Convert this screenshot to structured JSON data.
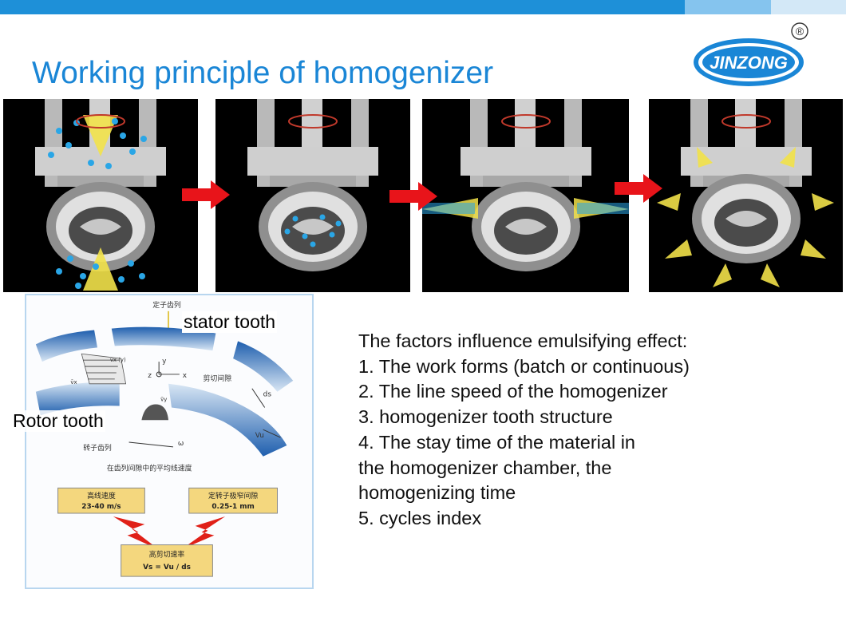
{
  "header": {
    "title": "Working principle of homogenizer"
  },
  "logo": {
    "brand": "JINZONG",
    "registered": "®"
  },
  "labels": {
    "stator_tooth": "stator tooth",
    "rotor_tooth": "Rotor tooth"
  },
  "diagram": {
    "stator_row": "定子齿列",
    "rotor_row": "转子齿列",
    "shear_gap": "剪切间隙",
    "avg_speed": "在齿列间隙中的平均线速度",
    "vx_y": "v̄x (y)",
    "vx": "v̄x",
    "vy": "v̄y",
    "axis_y": "y",
    "axis_z": "z",
    "axis_x": "x",
    "omega": "ω",
    "vu": "Vu",
    "ds": "ds",
    "box1": {
      "title": "高线速度",
      "value": "23-40 m/s"
    },
    "box2": {
      "title": "定转子极窄间隙",
      "value": "0.25-1 mm"
    },
    "box3": {
      "title": "高剪切速率",
      "value": "Vs = Vu / ds"
    }
  },
  "factors": {
    "heading": "The factors influence emulsifying effect:",
    "lines": [
      "1. The work forms (batch or continuous)",
      "2. The line speed of the homogenizer",
      "3. homogenizer tooth structure",
      "4. The stay time of the material in",
      "the homogenizer chamber, the",
      "homogenizing time",
      "5. cycles index"
    ]
  },
  "colors": {
    "top_bar": "#1e90d8",
    "title": "#1a86d6",
    "arrow": "#e8141a",
    "particles": "#2aa6e6",
    "flow": "#f2e24a",
    "box_fill": "#f4d77e"
  }
}
